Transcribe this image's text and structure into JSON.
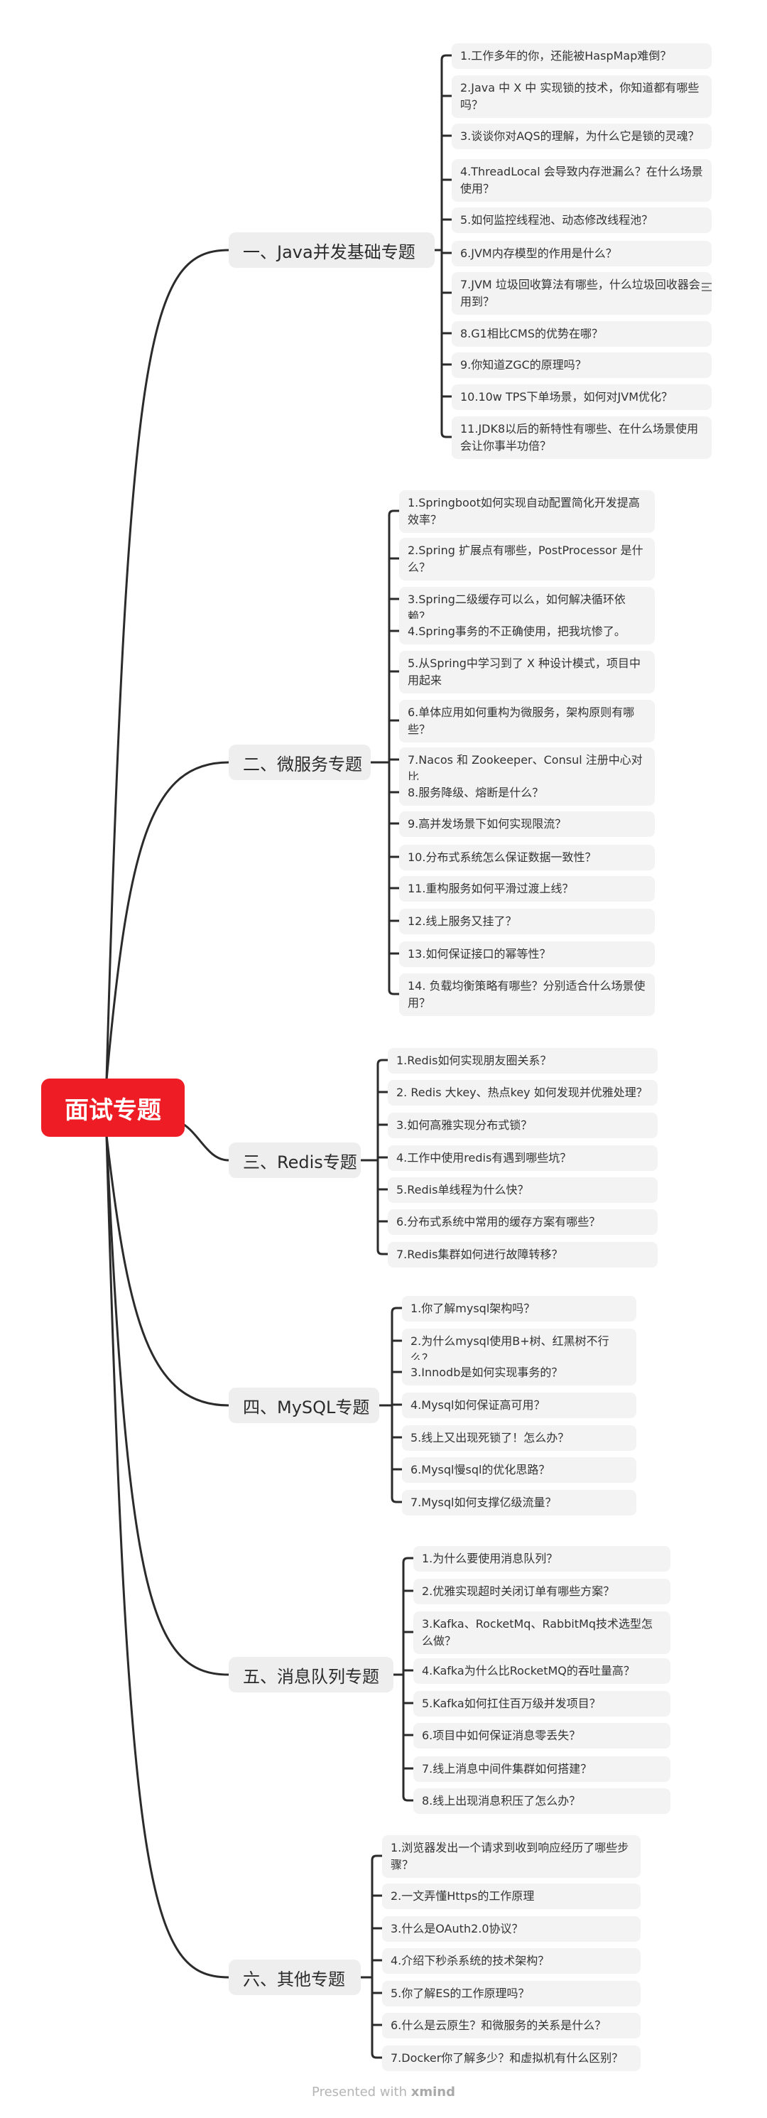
{
  "root": {
    "label": "面试专题"
  },
  "branches": [
    {
      "label": "一、Java并发基础专题",
      "items": [
        "1.工作多年的你，还能被HaspMap难倒？",
        "2.Java 中 X 中 实现锁的技术，你知道都有哪些吗？",
        "3.谈谈你对AQS的理解，为什么它是锁的灵魂？",
        "4.ThreadLocal 会导致内存泄漏么？在什么场景使用？",
        "5.如何监控线程池、动态修改线程池？",
        "6.JVM内存模型的作用是什么？",
        "7.JVM 垃圾回收算法有哪些，什么垃圾回收器会用到？",
        "8.G1相比CMS的优势在哪？",
        "9.你知道ZGC的原理吗？",
        "10.10w TPS下单场景，如何对JVM优化？",
        "11.JDK8以后的新特性有哪些、在什么场景使用会让你事半功倍？"
      ]
    },
    {
      "label": "二、微服务专题",
      "items": [
        "1.Springboot如何实现自动配置简化开发提高效率？",
        "2.Spring 扩展点有哪些，PostProcessor 是什么？",
        "3.Spring二级缓存可以么，如何解决循环依赖？",
        "4.Spring事务的不正确使用，把我坑惨了。",
        "5.从Spring中学习到了 X 种设计模式，项目中用起来",
        "6.单体应用如何重构为微服务，架构原则有哪些？",
        "7.Nacos 和 Zookeeper、Consul 注册中心对比",
        "8.服务降级、熔断是什么？",
        "9.高并发场景下如何实现限流？",
        "10.分布式系统怎么保证数据一致性？",
        "11.重构服务如何平滑过渡上线？",
        "12.线上服务又挂了？",
        "13.如何保证接口的幂等性？",
        "14. 负载均衡策略有哪些？分别适合什么场景使用？"
      ]
    },
    {
      "label": "三、Redis专题",
      "items": [
        "1.Redis如何实现朋友圈关系？",
        "2. Redis 大key、热点key 如何发现并优雅处理？",
        "3.如何高雅实现分布式锁？",
        "4.工作中使用redis有遇到哪些坑？",
        "5.Redis单线程为什么快？",
        "6.分布式系统中常用的缓存方案有哪些？",
        "7.Redis集群如何进行故障转移？"
      ]
    },
    {
      "label": "四、MySQL专题",
      "items": [
        "1.你了解mysql架构吗？",
        "2.为什么mysql使用B+树、红黑树不行么？",
        "3.Innodb是如何实现事务的？",
        "4.Mysql如何保证高可用？",
        "5.线上又出现死锁了！怎么办？",
        "6.Mysql慢sql的优化思路？",
        "7.Mysql如何支撑亿级流量？"
      ]
    },
    {
      "label": "五、消息队列专题",
      "items": [
        "1.为什么要使用消息队列？",
        "2.优雅实现超时关闭订单有哪些方案？",
        "3.Kafka、RocketMq、RabbitMq技术选型怎么做？",
        "4.Kafka为什么比RocketMQ的吞吐量高？",
        "5.Kafka如何扛住百万级并发项目？",
        "6.项目中如何保证消息零丢失？",
        "7.线上消息中间件集群如何搭建？",
        "8.线上出现消息积压了怎么办？"
      ]
    },
    {
      "label": "六、其他专题",
      "items": [
        "1.浏览器发出一个请求到收到响应经历了哪些步骤？",
        "2.一文弄懂Https的工作原理",
        "3.什么是OAuth2.0协议？",
        "4.介绍下秒杀系统的技术架构？",
        "5.你了解ES的工作原理吗？",
        "6.什么是云原生？和微服务的关系是什么？",
        "7.Docker你了解多少？和虚拟机有什么区别？"
      ]
    }
  ],
  "footer": {
    "prefix": "Presented with",
    "brand": "xmind"
  },
  "colors": {
    "root": "#ee1c25",
    "line": "#2b2b2b",
    "branch_bg": "#eeeeee",
    "leaf_bg": "#f3f3f3"
  }
}
